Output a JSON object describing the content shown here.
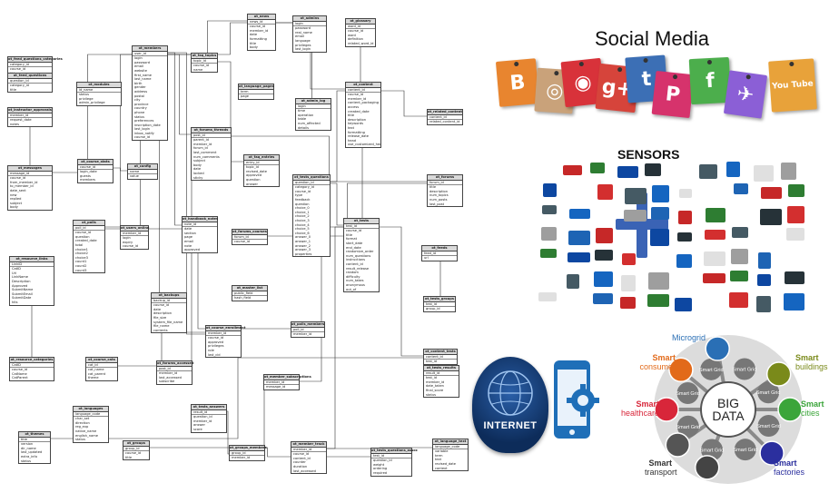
{
  "social_media": {
    "title": "Social Media",
    "notes": [
      {
        "icon": "blogger-icon",
        "color": "#e8852f"
      },
      {
        "icon": "instagram-icon",
        "color": "#c9a27a"
      },
      {
        "icon": "rss-icon",
        "color": "#d8323a"
      },
      {
        "icon": "googleplus-icon",
        "color": "#d6443b"
      },
      {
        "icon": "tumblr-icon",
        "color": "#3c6fb5"
      },
      {
        "icon": "pinterest-icon",
        "color": "#d6336c"
      },
      {
        "icon": "facebook-icon",
        "color": "#4cae4c"
      },
      {
        "icon": "twitter-icon",
        "color": "#8b5fd6"
      },
      {
        "icon": "youtube-icon",
        "color": "#e8a23a"
      }
    ],
    "note_glyphs": [
      "B",
      "◎",
      "◉",
      "g+",
      "t",
      "P",
      "f",
      "✈",
      "You Tube"
    ]
  },
  "sensors": {
    "title": "SENSORS"
  },
  "plus": {
    "color": "#3a63b5"
  },
  "internet": {
    "label": "INTERNET"
  },
  "big_data": {
    "center": "BIG DATA",
    "labels": {
      "microgrid": "Microgrid",
      "consumer": [
        "Smart",
        "consumer"
      ],
      "buildings": [
        "Smart",
        "buildings"
      ],
      "healthcare": [
        "Smart",
        "healthcare"
      ],
      "cities": [
        "Smart",
        "cities"
      ],
      "transport": [
        "Smart",
        "transport"
      ],
      "factories": [
        "Smart",
        "factories"
      ]
    },
    "grid_word": "Smart Grid"
  },
  "erd": {
    "tables": [
      {
        "name": "ot_feed_questions_categories",
        "rows": [
          "category_id",
          "course_id",
          "title",
          "feed_id"
        ]
      },
      {
        "name": "ot_feed_questions",
        "rows": [
          "question_id",
          "category_id",
          "title"
        ]
      },
      {
        "name": "ot_modules",
        "rows": [
          "id_name",
          "status",
          "privilege",
          "admin_privilege"
        ]
      },
      {
        "name": "ot_members",
        "rows": [
          "user_id",
          "login",
          "password",
          "email",
          "website",
          "first_name",
          "last_name",
          "birth",
          "gender",
          "address",
          "postal",
          "city",
          "province",
          "country",
          "phone",
          "status",
          "preferences",
          "inscription_date",
          "last_login",
          "inbox_notify",
          "course_id"
        ]
      },
      {
        "name": "ot_news",
        "rows": [
          "news_id",
          "course_id",
          "member_id",
          "date",
          "formatting",
          "title",
          "body"
        ]
      },
      {
        "name": "ot_admins",
        "rows": [
          "login",
          "password",
          "real_name",
          "email",
          "language",
          "privileges",
          "last_login"
        ]
      },
      {
        "name": "ot_glossary",
        "rows": [
          "word_id",
          "course_id",
          "word",
          "definition",
          "related_word_id"
        ]
      },
      {
        "name": "ot_faq_topics",
        "rows": [
          "topic_id",
          "course_id",
          "name"
        ]
      },
      {
        "name": "ot_language_pages",
        "rows": [
          "term",
          "page"
        ]
      },
      {
        "name": "ot_admin_log",
        "rows": [
          "login",
          "time",
          "operation",
          "table",
          "num_affected",
          "details"
        ]
      },
      {
        "name": "ot_content",
        "rows": [
          "content_id",
          "course_id",
          "member_id",
          "content_packaging",
          "access",
          "created_date",
          "title",
          "description",
          "keywords",
          "text",
          "formatting",
          "release_date",
          "head",
          "use_customized_head"
        ]
      },
      {
        "name": "ot_related_content",
        "rows": [
          "content_id",
          "related_content_id"
        ]
      },
      {
        "name": "ot_instructor_approvals",
        "rows": [
          "member_id",
          "request_date",
          "notes"
        ]
      },
      {
        "name": "ot_messages",
        "rows": [
          "message_id",
          "course_id",
          "from_member_id",
          "to_member_id",
          "date_sent",
          "new",
          "replied",
          "subject",
          "body"
        ]
      },
      {
        "name": "ot_course_stats",
        "rows": [
          "course_id",
          "login_date",
          "guests",
          "members"
        ]
      },
      {
        "name": "ot_config",
        "rows": [
          "name",
          "value"
        ]
      },
      {
        "name": "ot_forums_threads",
        "rows": [
          "post_id",
          "parent_id",
          "member_id",
          "forum_id",
          "last_comment",
          "num_comments",
          "subject",
          "body",
          "date",
          "locked",
          "sticky"
        ]
      },
      {
        "name": "ot_faq_entries",
        "rows": [
          "entry_id",
          "topic_id",
          "revised_date",
          "approved",
          "question",
          "answer"
        ]
      },
      {
        "name": "ot_tests_questions",
        "rows": [
          "question_id",
          "category_id",
          "course_id",
          "type",
          "feedback",
          "question",
          "choice_0",
          "choice_1",
          "choice_2",
          "choice_3",
          "choice_4",
          "choice_5",
          "choice_6",
          "answer_0",
          "answer_1",
          "answer_2",
          "answer_3",
          "properties"
        ]
      },
      {
        "name": "ot_tests",
        "rows": [
          "test_id",
          "course_id",
          "title",
          "format",
          "start_date",
          "end_date",
          "randomize_order",
          "num_questions",
          "instructions",
          "content_id",
          "result_release",
          "random",
          "difficulty",
          "num_takes",
          "anonymous",
          "out_of"
        ]
      },
      {
        "name": "ot_forums",
        "rows": [
          "forum_id",
          "title",
          "description",
          "num_topics",
          "num_posts",
          "last_post"
        ]
      },
      {
        "name": "ot_polls",
        "rows": [
          "poll_id",
          "course_id",
          "question",
          "created_date",
          "total",
          "choice1",
          "choice2",
          "choice3",
          "count1",
          "count2",
          "count3"
        ]
      },
      {
        "name": "ot_users_online",
        "rows": [
          "member_id",
          "login",
          "expiry",
          "course_id"
        ]
      },
      {
        "name": "ot_handbook_notes",
        "rows": [
          "note_id",
          "date",
          "section",
          "page",
          "email",
          "note",
          "approved"
        ]
      },
      {
        "name": "ot_forums_courses",
        "rows": [
          "forum_id",
          "course_id"
        ]
      },
      {
        "name": "ot_master_list",
        "rows": [
          "public_field",
          "hash_field"
        ]
      },
      {
        "name": "ot_resource_links",
        "rows": [
          "LinkID",
          "CatID",
          "Url",
          "LinkName",
          "Description",
          "Approved",
          "SubmitName",
          "SubmitEmail",
          "SubmitDate",
          "hits"
        ]
      },
      {
        "name": "ot_backups",
        "rows": [
          "backup_id",
          "course_id",
          "date",
          "description",
          "file_size",
          "system_file_name",
          "file_name",
          "contents"
        ]
      },
      {
        "name": "ot_polls_members",
        "rows": [
          "poll_id",
          "member_id"
        ]
      },
      {
        "name": "ot_feeds",
        "rows": [
          "feed_id",
          "url"
        ]
      },
      {
        "name": "ot_tests_groups",
        "rows": [
          "test_id",
          "group_id"
        ]
      },
      {
        "name": "ot_course_enrollment",
        "rows": [
          "member_id",
          "course_id",
          "approved",
          "privileges",
          "role",
          "last_cid"
        ]
      },
      {
        "name": "ot_resource_categories",
        "rows": [
          "CatID",
          "course_id",
          "CatName",
          "CatParent"
        ]
      },
      {
        "name": "ot_course_cats",
        "rows": [
          "cat_id",
          "cat_name",
          "cat_parent",
          "theme"
        ]
      },
      {
        "name": "ot_forums_accessed",
        "rows": [
          "post_id",
          "member_id",
          "last_accessed",
          "subscribe"
        ]
      },
      {
        "name": "ot_member_subscriptions",
        "rows": [
          "member_id",
          "message_id"
        ]
      },
      {
        "name": "ot_content_tests",
        "rows": [
          "content_id",
          "test_id"
        ]
      },
      {
        "name": "ot_tests_results",
        "rows": [
          "result_id",
          "test_id",
          "member_id",
          "date_taken",
          "final_score",
          "status"
        ]
      },
      {
        "name": "ot_themes",
        "rows": [
          "title",
          "version",
          "dir_name",
          "last_updated",
          "extra_info",
          "status"
        ]
      },
      {
        "name": "ot_languages",
        "rows": [
          "language_code",
          "char_set",
          "direction",
          "reg_exp",
          "native_name",
          "english_name",
          "status"
        ]
      },
      {
        "name": "ot_groups",
        "rows": [
          "group_id",
          "course_id",
          "title"
        ]
      },
      {
        "name": "ot_tests_answers",
        "rows": [
          "result_id",
          "question_id",
          "member_id",
          "answer",
          "score"
        ]
      },
      {
        "name": "ot_groups_members",
        "rows": [
          "group_id",
          "member_id"
        ]
      },
      {
        "name": "ot_member_track",
        "rows": [
          "member_id",
          "course_id",
          "content_id",
          "counter",
          "duration",
          "last_accessed"
        ]
      },
      {
        "name": "ot_tests_questions_assoc",
        "rows": [
          "test_id",
          "question_id",
          "weight",
          "ordering",
          "required"
        ]
      },
      {
        "name": "ot_language_text",
        "rows": [
          "language_code",
          "variable",
          "term",
          "text",
          "revised_date",
          "context"
        ]
      }
    ]
  }
}
